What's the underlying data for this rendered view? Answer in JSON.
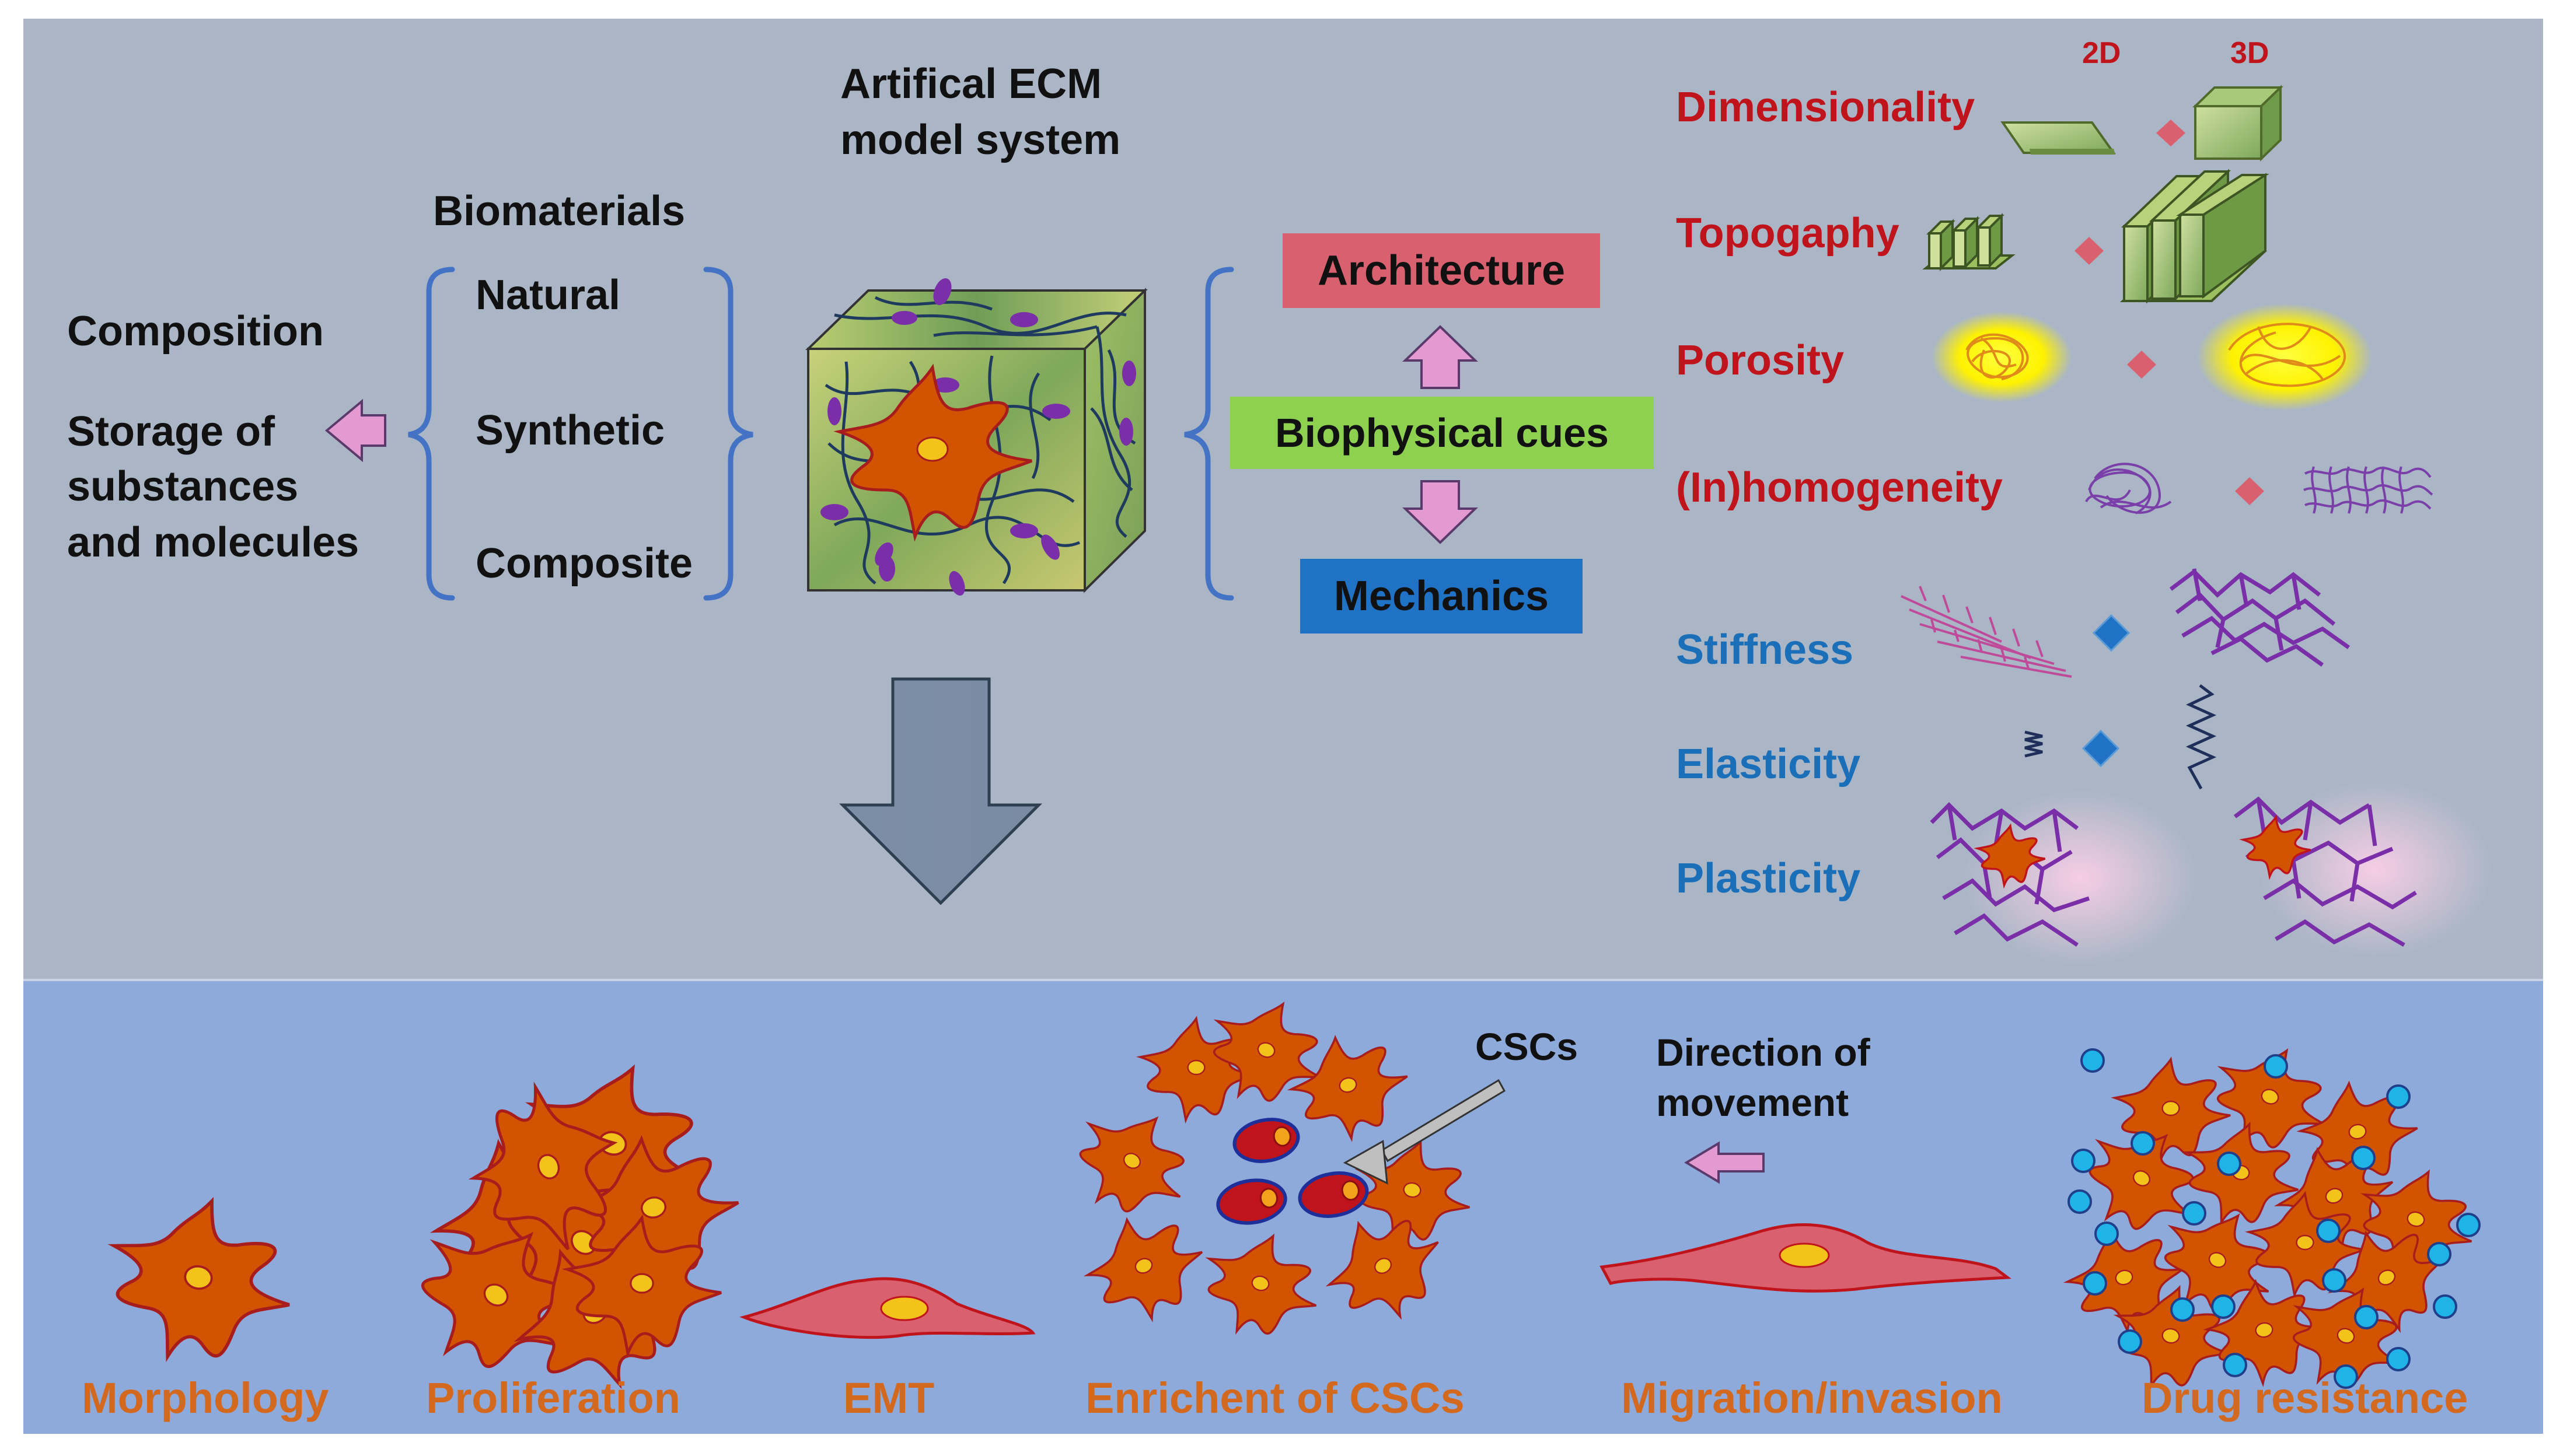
{
  "top": {
    "title_line1": "Artifical ECM",
    "title_line2": "model system",
    "biomaterials": {
      "heading": "Biomaterials",
      "items": [
        "Natural",
        "Synthetic",
        "Composite"
      ]
    },
    "composition": {
      "line1": "Composition",
      "storage_line1": "Storage of",
      "storage_line2": "substances",
      "storage_line3": "and molecules"
    },
    "cues": {
      "architecture": "Architecture",
      "biophysical": "Biophysical cues",
      "mechanics": "Mechanics"
    },
    "architecture_props": [
      "Dimensionality",
      "Topogaphy",
      "Porosity",
      "(In)homogeneity"
    ],
    "mechanics_props": [
      "Stiffness",
      "Elasticity",
      "Plasticity"
    ],
    "dim_labels": {
      "d2": "2D",
      "d3": "3D"
    }
  },
  "bottom": {
    "labels": [
      "Morphology",
      "Proliferation",
      "EMT",
      "Enrichent of CSCs",
      "Migration/invasion",
      "Drug resistance"
    ],
    "cscs_label": "CSCs",
    "direction_line1": "Direction of",
    "direction_line2": "movement"
  },
  "colors": {
    "top_panel": "#aab6c6",
    "bottom_panel": "#8eaadb",
    "architecture_box": "#d9606e",
    "biophysical_box": "#8ed150",
    "mechanics_box": "#1f72c4",
    "architecture_text": "#c0141c",
    "mechanics_text": "#1b6fb8",
    "outcome_text": "#d2691e"
  }
}
